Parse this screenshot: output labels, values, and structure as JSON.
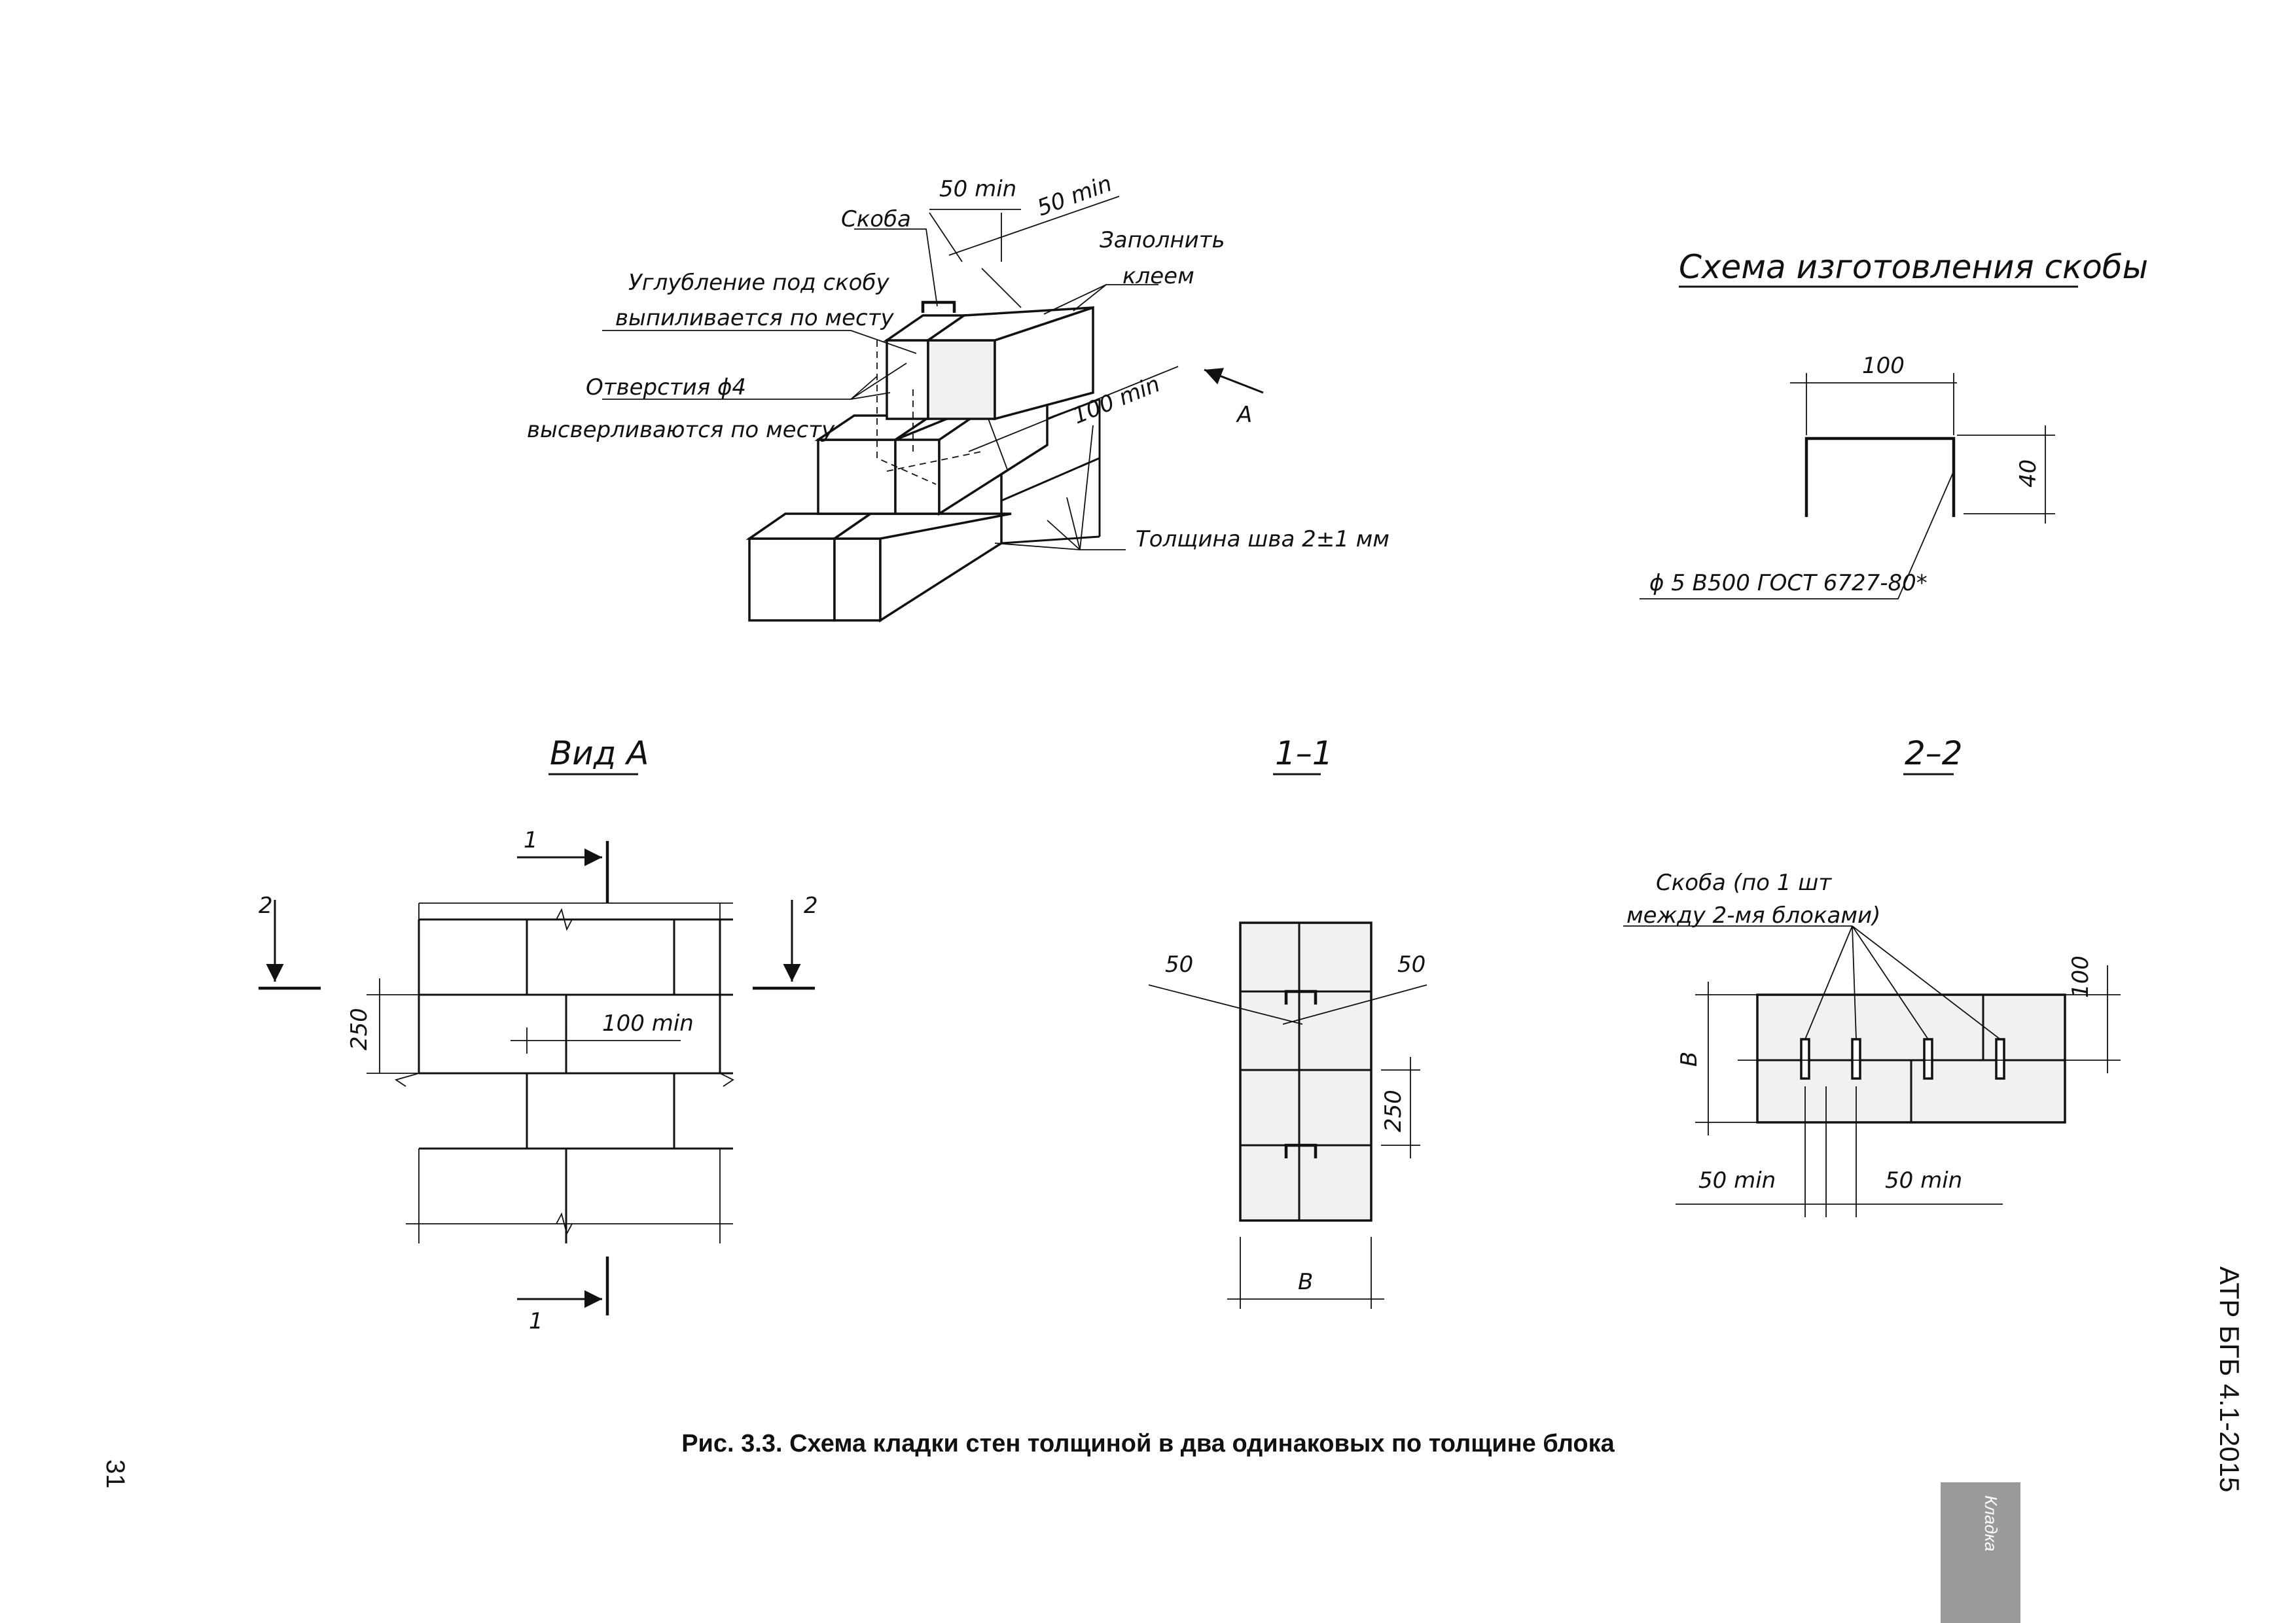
{
  "iso": {
    "label_skoba": "Скоба",
    "label_uglub_1": "Углубление под скобу",
    "label_uglub_2": "выпиливается по месту",
    "label_otv_1": "Отверстия ϕ4",
    "label_otv_2": "высверливаются по месту",
    "label_zapoln_1": "Заполнить",
    "label_zapoln_2": "клеем",
    "dim_50min_a": "50 min",
    "dim_50min_b": "50 min",
    "dim_100min": "100 min",
    "label_tolsh": "Толщина шва 2±1 мм",
    "view_arrow_label": "А"
  },
  "scheme": {
    "title": "Схема изготовления скобы",
    "dim_width": "100",
    "dim_height": "40",
    "rod_note": "ϕ 5 В500 ГОСТ 6727-80*"
  },
  "vid_a": {
    "title": "Вид А",
    "section1_top": "1",
    "section1_bottom": "1",
    "section2_left": "2",
    "section2_right": "2",
    "dim_250": "250",
    "dim_100min": "100 min"
  },
  "sec11": {
    "title": "1–1",
    "dim_50_left": "50",
    "dim_50_right": "50",
    "dim_250": "250",
    "dim_b": "В"
  },
  "sec22": {
    "title": "2–2",
    "note_1": "Скоба (по 1 шт",
    "note_2": "между 2-мя блоками)",
    "dim_100": "100",
    "dim_b": "В",
    "dim_50min_left": "50 min",
    "dim_50min_right": "50 min"
  },
  "caption": "Рис. 3.3. Схема кладки стен толщиной в два одинаковых по толщине блока",
  "page_number": "31",
  "doc_code": "АТР БГБ 4.1-2015",
  "section_tab": "Кладка"
}
